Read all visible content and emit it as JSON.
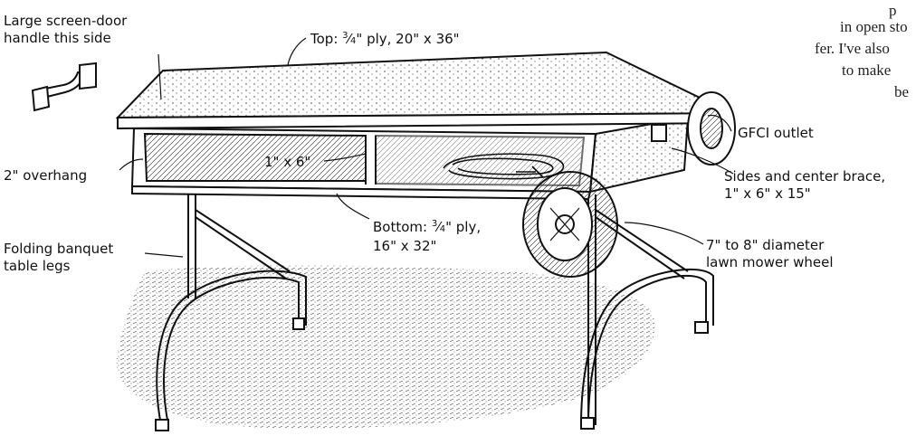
{
  "labels": {
    "handle_line1": "Large screen-door",
    "handle_line2": "handle this side",
    "top_prefix": "Top: ",
    "top_frac_num": "3",
    "top_frac_den": "4",
    "top_suffix": "\" ply, 20\" x 36\"",
    "overhang": "2\" overhang",
    "brace_center": "1\" x 6\"",
    "gfci": "GFCI outlet",
    "sides_line1": "Sides and center brace,",
    "sides_line2": "1\" x 6\" x 15\"",
    "bottom_prefix": "Bottom: ",
    "bottom_frac_num": "3",
    "bottom_frac_den": "4",
    "bottom_suffix": "\" ply,",
    "bottom_line2": "16\" x 32\"",
    "legs_line1": "Folding banquet",
    "legs_line2": "table legs",
    "wheel_line1": "7\" to 8\" diameter",
    "wheel_line2": "lawn mower wheel"
  },
  "body_text_fragments": {
    "line1": "p",
    "line2": "in open sto",
    "line3": "fer. I've also",
    "line4": "to make",
    "line5": "be"
  },
  "colors": {
    "ink": "#111111",
    "background": "#ffffff"
  }
}
